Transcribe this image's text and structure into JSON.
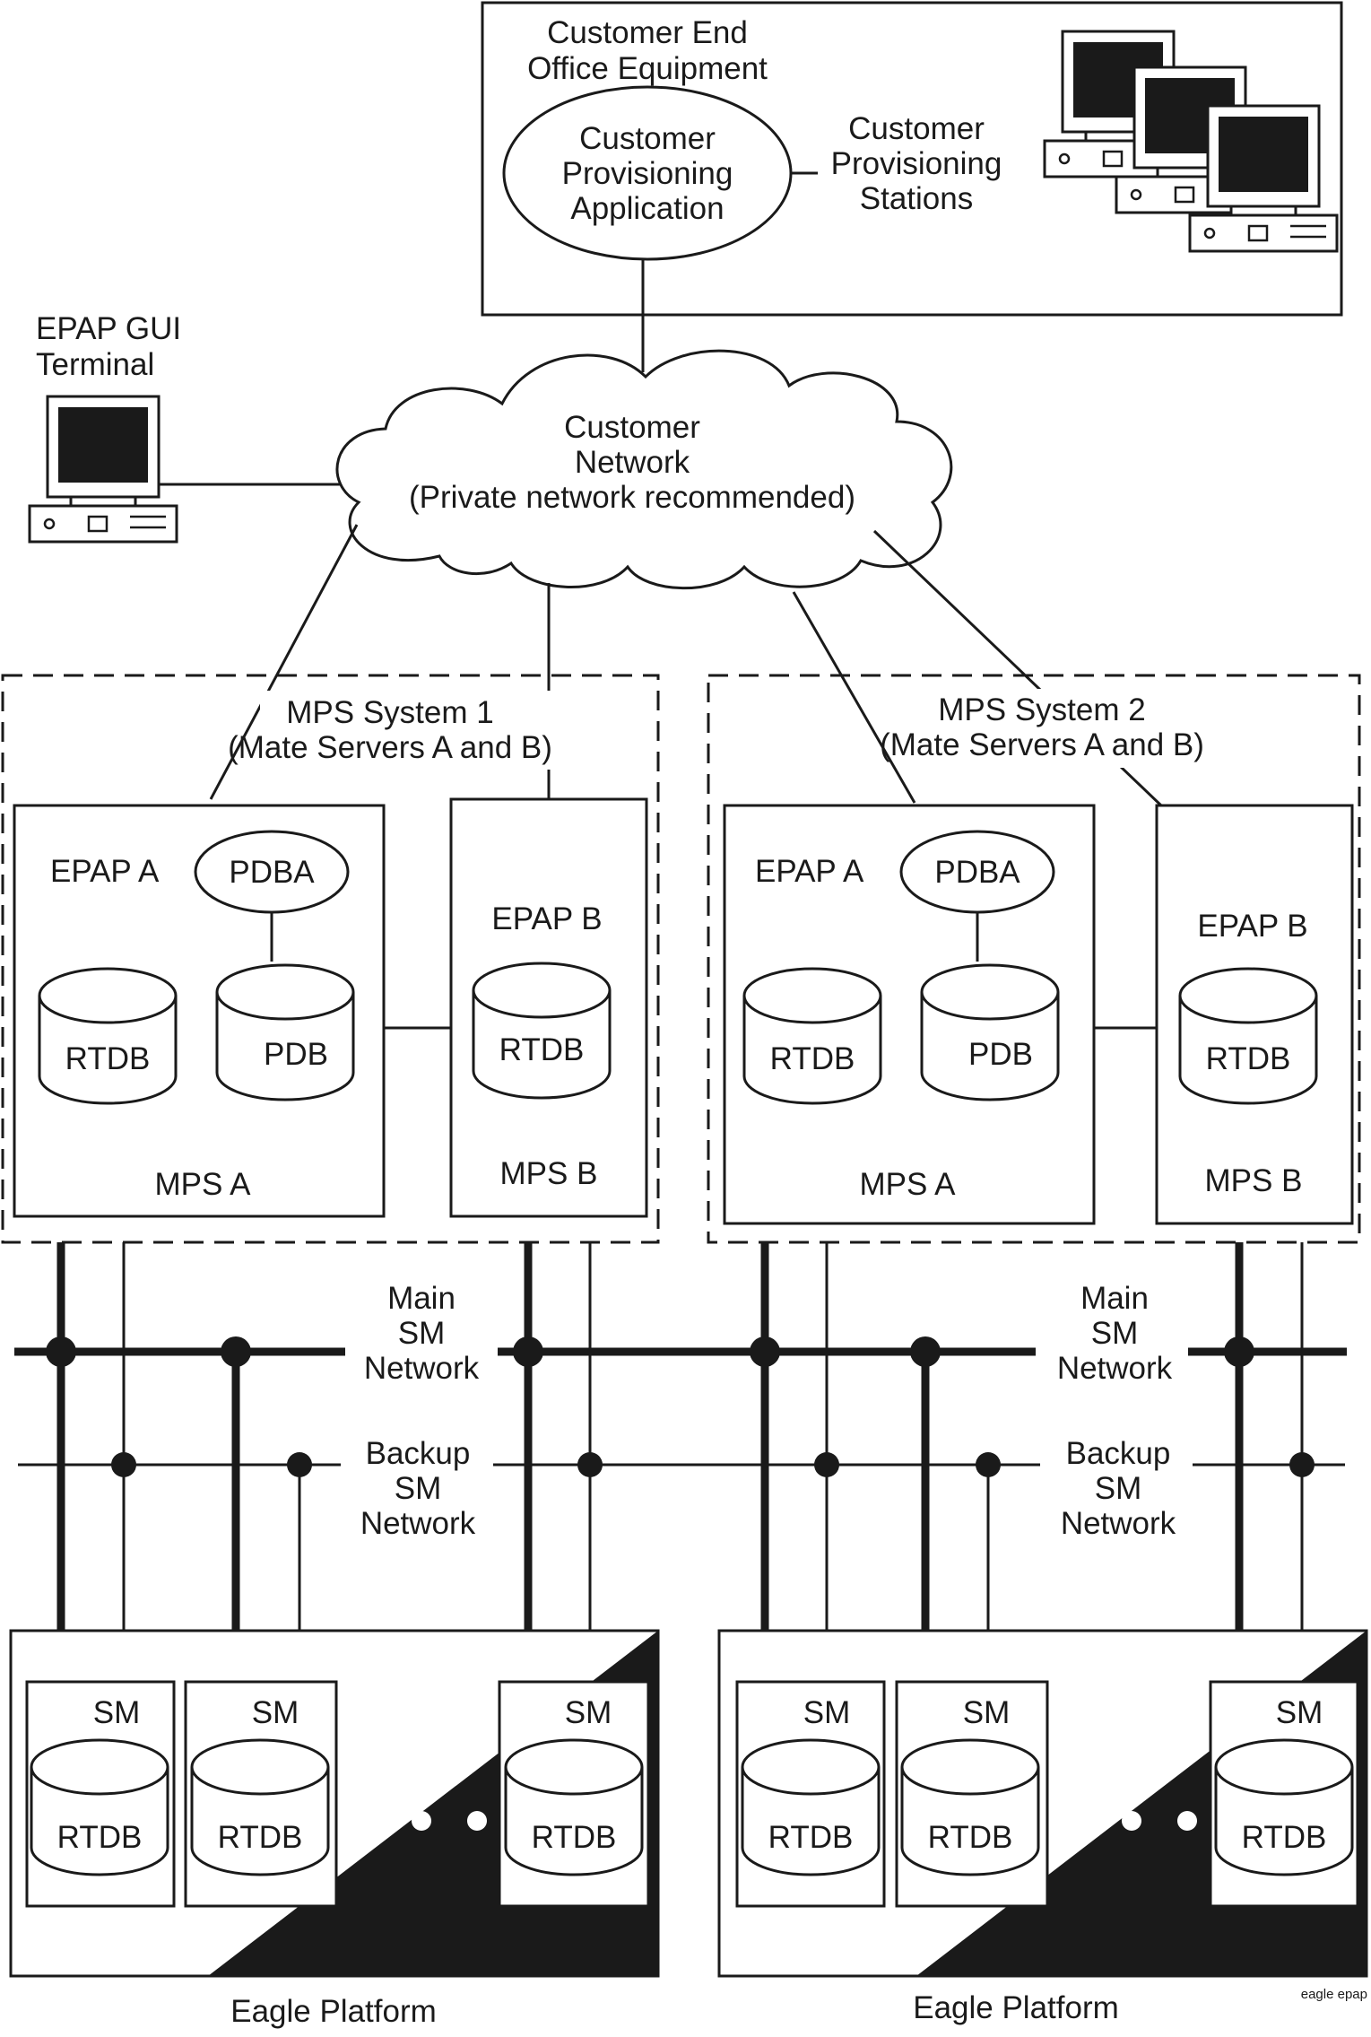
{
  "customer_end_office": {
    "title_line1": "Customer End",
    "title_line2": "Office Equipment",
    "app_line1": "Customer",
    "app_line2": "Provisioning",
    "app_line3": "Application",
    "stations_line1": "Customer",
    "stations_line2": "Provisioning",
    "stations_line3": "Stations"
  },
  "epap_gui": {
    "line1": "EPAP GUI",
    "line2": "Terminal"
  },
  "customer_network": {
    "line1": "Customer",
    "line2": "Network",
    "line3": "(Private network recommended)"
  },
  "mps_systems": [
    {
      "title_line1": "MPS System 1",
      "title_line2": "(Mate Servers A and B)",
      "epap_a": "EPAP A",
      "pdba": "PDBA",
      "rtdb_a": "RTDB",
      "pdb": "PDB",
      "mps_a": "MPS  A",
      "epap_b": "EPAP B",
      "rtdb_b": "RTDB",
      "mps_b": "MPS  B"
    },
    {
      "title_line1": "MPS System 2",
      "title_line2": "(Mate Servers A and B)",
      "epap_a": "EPAP A",
      "pdba": "PDBA",
      "rtdb_a": "RTDB",
      "pdb": "PDB",
      "mps_a": "MPS  A",
      "epap_b": "EPAP B",
      "rtdb_b": "RTDB",
      "mps_b": "MPS  B"
    }
  ],
  "networks": {
    "main": [
      "Main",
      "SM",
      "Network"
    ],
    "backup": [
      "Backup",
      "SM",
      "Network"
    ]
  },
  "eagle_platforms": [
    {
      "label": "Eagle Platform",
      "cards": [
        {
          "sm": "SM",
          "rtdb": "RTDB"
        },
        {
          "sm": "SM",
          "rtdb": "RTDB"
        },
        {
          "sm": "SM",
          "rtdb": "RTDB"
        }
      ]
    },
    {
      "label": "Eagle Platform",
      "cards": [
        {
          "sm": "SM",
          "rtdb": "RTDB"
        },
        {
          "sm": "SM",
          "rtdb": "RTDB"
        },
        {
          "sm": "SM",
          "rtdb": "RTDB"
        }
      ]
    }
  ],
  "footnote": "eagle epap"
}
